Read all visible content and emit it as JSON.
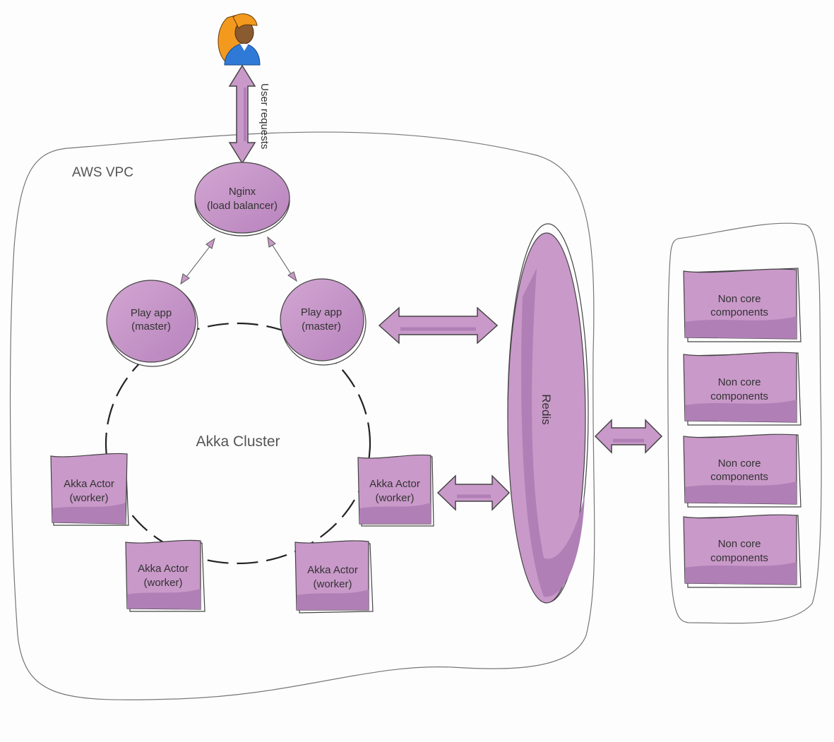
{
  "colors": {
    "fill": "#c999c9",
    "fill_dark": "#b07fb6",
    "stroke": "#444444",
    "outline": "#555555"
  },
  "user": {
    "icon": "user-icon",
    "request_label": "User requests"
  },
  "vpc": {
    "label": "AWS VPC"
  },
  "nginx": {
    "line1": "Nginx",
    "line2": "(load balancer)"
  },
  "play_apps": [
    {
      "line1": "Play app",
      "line2": "(master)"
    },
    {
      "line1": "Play app",
      "line2": "(master)"
    }
  ],
  "cluster": {
    "label": "Akka Cluster"
  },
  "actors": [
    {
      "line1": "Akka Actor",
      "line2": "(worker)"
    },
    {
      "line1": "Akka Actor",
      "line2": "(worker)"
    },
    {
      "line1": "Akka Actor",
      "line2": "(worker)"
    },
    {
      "line1": "Akka Actor",
      "line2": "(worker)"
    }
  ],
  "redis": {
    "label": "Redis"
  },
  "components": [
    {
      "line1": "Non core",
      "line2": "components"
    },
    {
      "line1": "Non core",
      "line2": "components"
    },
    {
      "line1": "Non core",
      "line2": "components"
    },
    {
      "line1": "Non core",
      "line2": "components"
    }
  ]
}
